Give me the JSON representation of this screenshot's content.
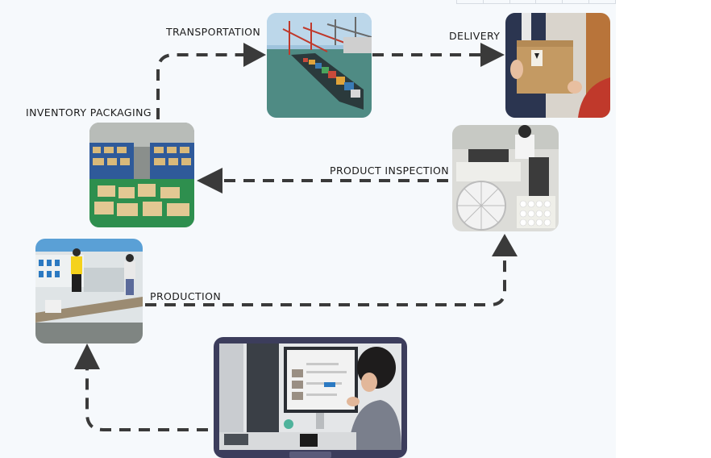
{
  "steps": {
    "transportation": "TRANSPORTATION",
    "delivery": "DELIVERY",
    "inventory_packaging": "INVENTORY PACKAGING",
    "product_inspection": "PRODUCT INSPECTION",
    "production": "PRODUCTION"
  },
  "images": {
    "transportation": "container-ship-port-photo",
    "delivery": "parcel-handover-photo",
    "inventory_packaging": "warehouse-shelves-photo",
    "product_inspection": "fan-inspection-photo",
    "production": "factory-production-line-photo",
    "design": "office-computer-monitor-photo"
  },
  "colors": {
    "arrow": "#3a3a3a",
    "panel": "#f6f9fc",
    "monitor_frame": "#3c3d5c"
  }
}
